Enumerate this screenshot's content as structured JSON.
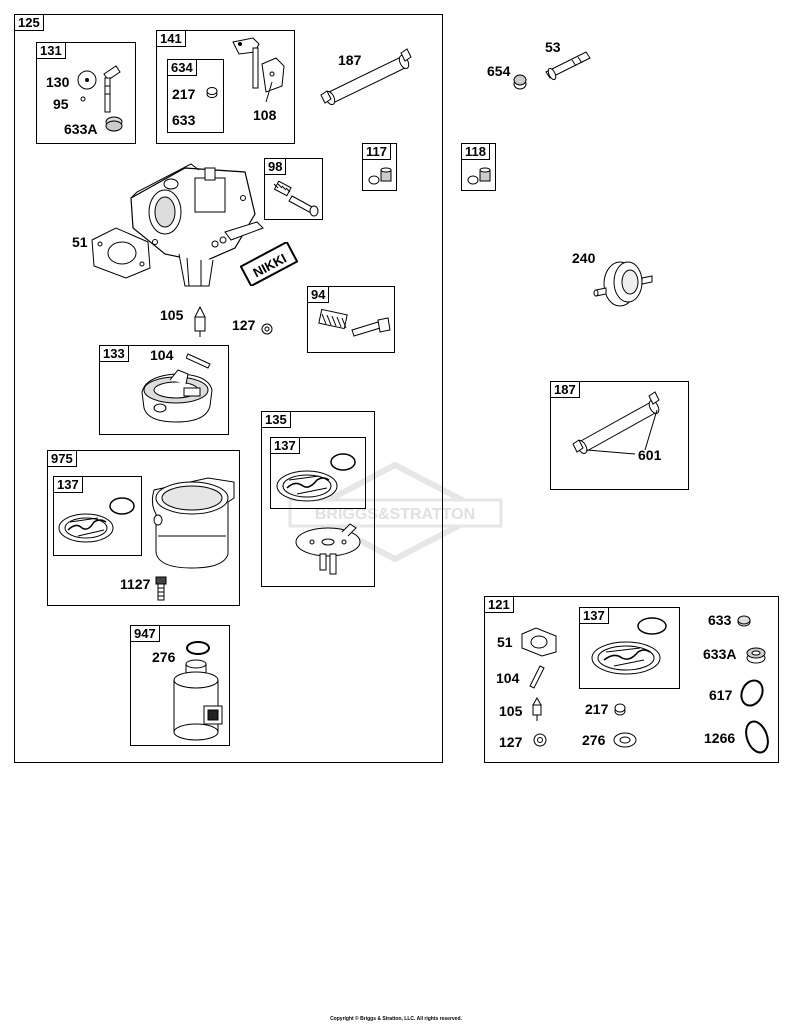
{
  "watermark_text": "BRIGGS&STRATTON",
  "brand_label": "NIKKI",
  "copyright": "Copyright © Briggs & Stratton, LLC. All rights reserved.",
  "boxes": {
    "b125": "125",
    "b131": "131",
    "b141": "141",
    "b634": "634",
    "b98": "98",
    "b117": "117",
    "b118": "118",
    "b94": "94",
    "b133": "133",
    "b135": "135",
    "b137a": "137",
    "b975": "975",
    "b137b": "137",
    "b947": "947",
    "b187": "187",
    "b121": "121",
    "b137c": "137"
  },
  "parts": {
    "p130": "130",
    "p95": "95",
    "p633A": "633A",
    "p217": "217",
    "p633": "633",
    "p108": "108",
    "p187": "187",
    "p654": "654",
    "p53": "53",
    "p51": "51",
    "p105": "105",
    "p127": "127",
    "p104": "104",
    "p240": "240",
    "p601": "601",
    "p1127": "1127",
    "p276": "276",
    "k51": "51",
    "k104": "104",
    "k105": "105",
    "k127": "127",
    "k217": "217",
    "k276": "276",
    "k633": "633",
    "k633A": "633A",
    "k617": "617",
    "k1266": "1266"
  }
}
